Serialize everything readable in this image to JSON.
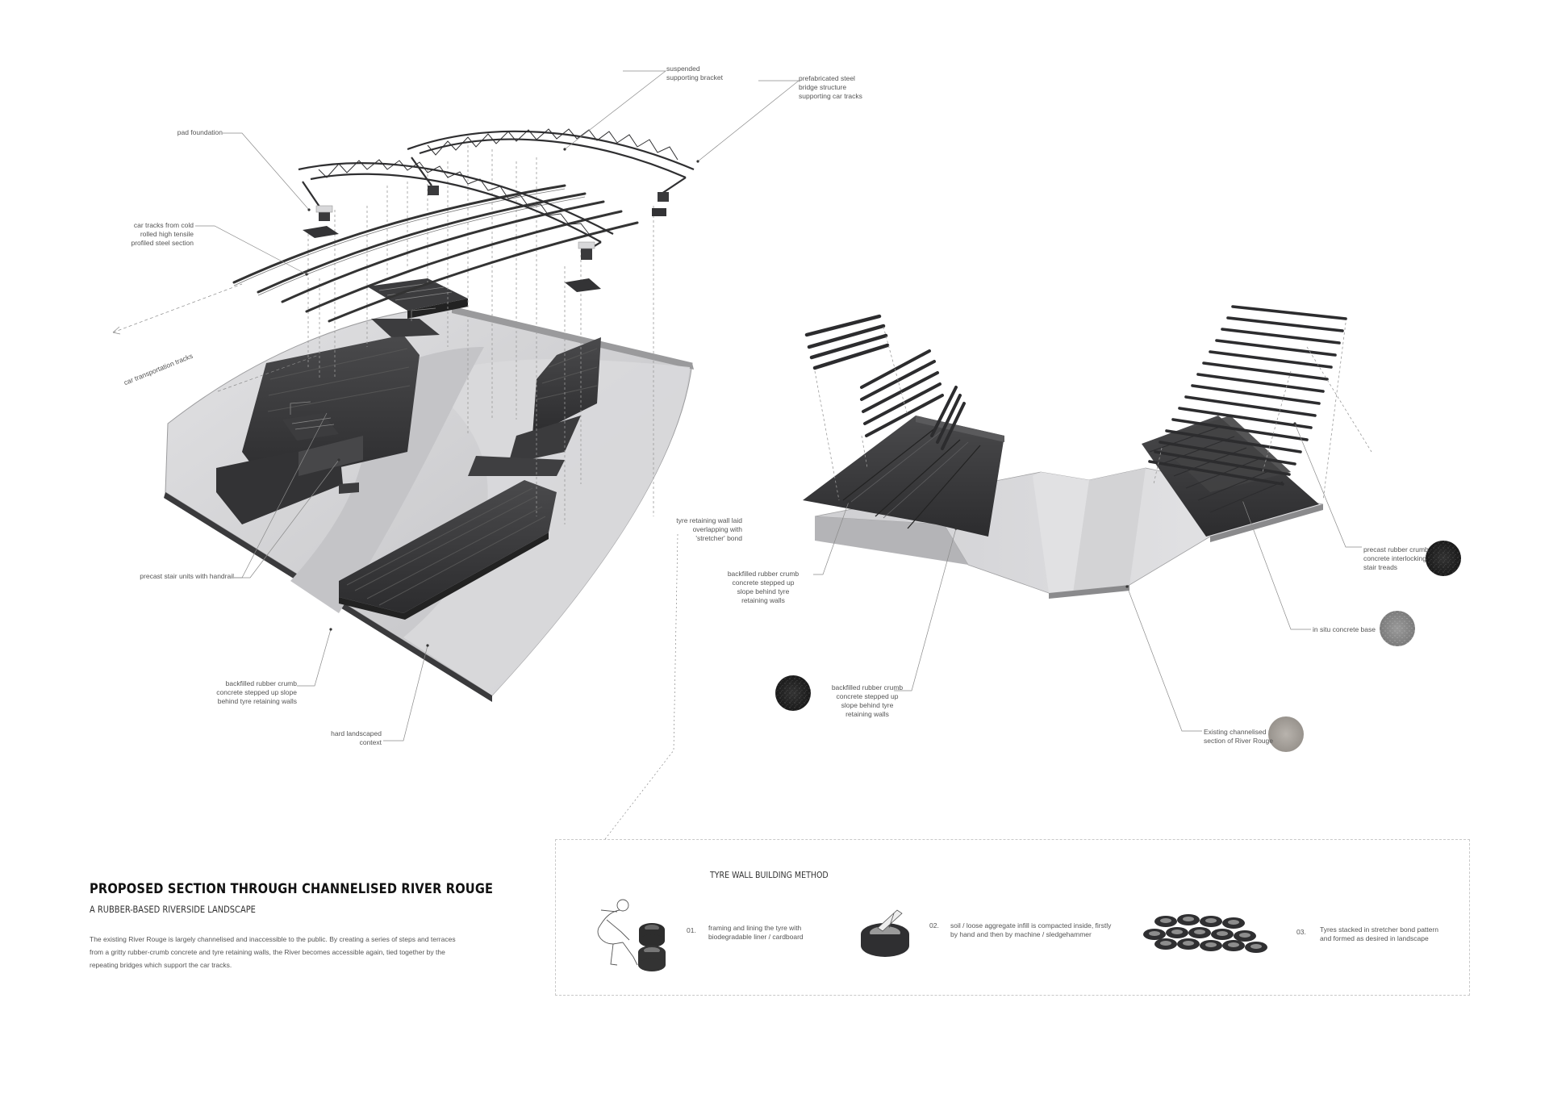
{
  "left_labels": {
    "suspended_bracket": [
      "suspended",
      "supporting bracket"
    ],
    "prefab_bridge": [
      "prefabricated steel",
      "bridge structure",
      "supporting car tracks"
    ],
    "pad_foundation": [
      "pad foundation"
    ],
    "car_tracks_profiled": [
      "car tracks from cold",
      "rolled high tensile",
      "profiled steel section"
    ],
    "car_transport_tracks": "car transportation tracks",
    "precast_stair": [
      "precast stair units with handrail"
    ],
    "backfilled_left": [
      "backfilled rubber crumb",
      "concrete stepped up slope",
      "behind tyre retaining walls"
    ],
    "hard_landscaped": [
      "hard landscaped",
      "context"
    ]
  },
  "right_labels": {
    "tyre_retaining": [
      "tyre retaining wall laid",
      "overlapping with",
      "'stretcher' bond"
    ],
    "backfilled_upper": [
      "backfilled rubber crumb",
      "concrete stepped up",
      "slope behind tyre",
      "retaining walls"
    ],
    "backfilled_lower": [
      "backfilled rubber crumb",
      "concrete stepped up",
      "slope behind tyre",
      "retaining walls"
    ],
    "precast_treads": [
      "precast rubber crumb",
      "concrete interlocking",
      "stair treads"
    ],
    "in_situ_base": [
      "in situ concrete base"
    ],
    "existing_channel": [
      "Existing channelised",
      "section of River Rouge"
    ]
  },
  "heading": {
    "title": "PROPOSED SECTION THROUGH CHANNELISED RIVER ROUGE",
    "subtitle": "A RUBBER-BASED RIVERSIDE LANDSCAPE",
    "description": "The existing River Rouge is largely channelised and inaccessible to the public. By creating a series of steps and terraces from a gritty rubber-crumb concrete and tyre retaining walls, the River becomes accessible again, tied together by the repeating bridges which support the car tracks."
  },
  "method": {
    "title": "TYRE WALL BUILDING METHOD",
    "steps": [
      {
        "num": "01.",
        "text": [
          "framing and lining the tyre with",
          "biodegradable liner / cardboard"
        ]
      },
      {
        "num": "02.",
        "text": [
          "soil / loose aggregate infill is compacted inside, firstly",
          "by hand and then by machine / sledgehammer"
        ]
      },
      {
        "num": "03.",
        "text": [
          "Tyres stacked in stretcher bond pattern",
          "and formed as desired in landscape"
        ]
      }
    ]
  },
  "colors": {
    "dark_material": "#3a3a3a",
    "concrete": "#d2d2d4",
    "background": "#ffffff"
  }
}
